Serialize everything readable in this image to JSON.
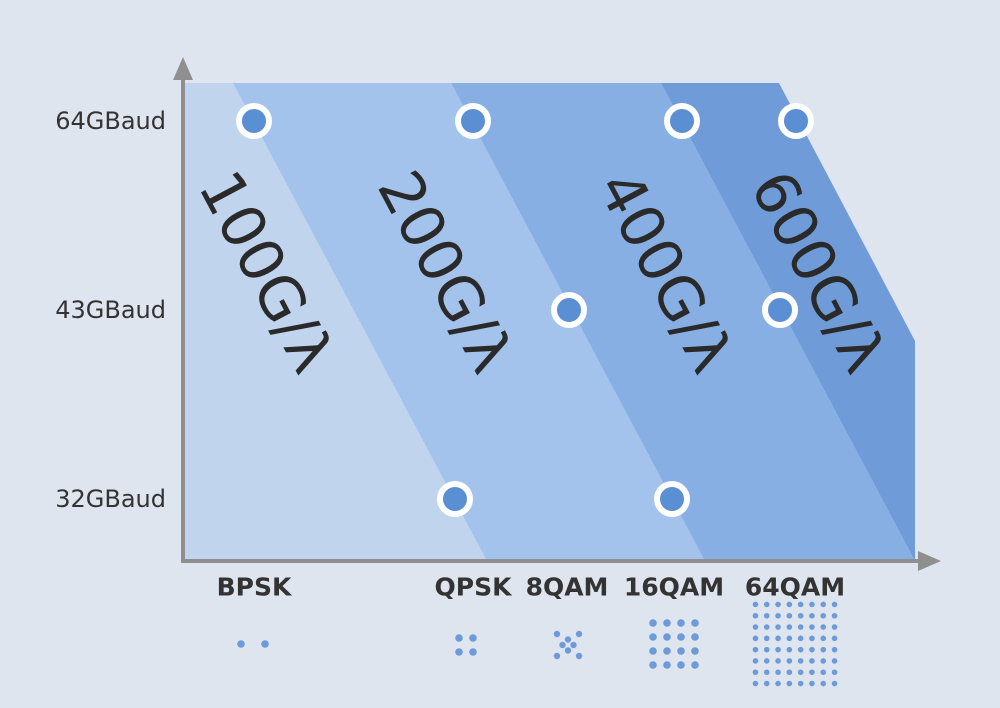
{
  "chart_data": {
    "type": "diagram",
    "bands": [
      {
        "label": "100G/λ",
        "color": "#c1d4ee"
      },
      {
        "label": "200G/λ",
        "color": "#a3c2ec"
      },
      {
        "label": "400G/λ",
        "color": "#88afe4"
      },
      {
        "label": "600G/λ",
        "color": "#6f9cd8"
      }
    ],
    "y_ticks": [
      "32GBaud",
      "43GBaud",
      "64GBaud"
    ],
    "x_ticks": [
      "BPSK",
      "QPSK",
      "8QAM",
      "16QAM",
      "64QAM"
    ],
    "points": [
      {
        "modulation": "BPSK",
        "baud": "64GBaud"
      },
      {
        "modulation": "QPSK",
        "baud": "64GBaud"
      },
      {
        "modulation": "16QAM",
        "baud": "64GBaud"
      },
      {
        "modulation": "64QAM",
        "baud": "64GBaud"
      },
      {
        "modulation": "8QAM",
        "baud": "43GBaud"
      },
      {
        "modulation": "64QAM",
        "baud": "43GBaud"
      },
      {
        "modulation": "QPSK",
        "baud": "32GBaud"
      },
      {
        "modulation": "16QAM",
        "baud": "32GBaud"
      }
    ],
    "constellations": [
      {
        "modulation": "BPSK",
        "symbols": 2
      },
      {
        "modulation": "QPSK",
        "symbols": 4
      },
      {
        "modulation": "8QAM",
        "symbols": 8
      },
      {
        "modulation": "16QAM",
        "symbols": 16
      },
      {
        "modulation": "64QAM",
        "symbols": 64
      }
    ],
    "colors": {
      "background": "#dfe5ee",
      "axis": "#8f8f8f",
      "marker_fill": "#5b8fd3",
      "marker_ring": "#ffffff",
      "constellation_dot": "#6d9ad8"
    }
  }
}
